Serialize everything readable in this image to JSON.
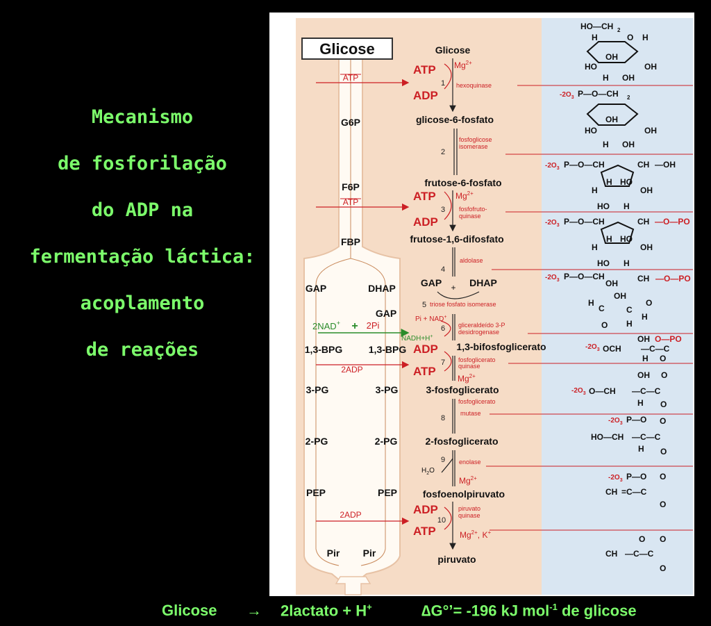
{
  "title_lines": [
    "Mecanismo",
    "de fosforilação",
    "do ADP na",
    "fermentação láctica:",
    "acoplamento",
    "de reações"
  ],
  "left_column": {
    "glicose_box": "Glicose",
    "atp1": "ATP",
    "g6p": "G6P",
    "f6p": "F6P",
    "atp2": "ATP",
    "fbp": "FBP",
    "gap_left": "GAP",
    "dhap_left": "DHAP",
    "gap_right": "GAP",
    "nad": "2NAD",
    "nad_sup": "+",
    "plus": "+",
    "pi": "2Pi",
    "bpg_left": "1,3-BPG",
    "bpg_right": "1,3-BPG",
    "adp2_top": "2ADP",
    "pg3_left": "3-PG",
    "pg3_right": "3-PG",
    "pg2_left": "2-PG",
    "pg2_right": "2-PG",
    "pep_left": "PEP",
    "pep_right": "PEP",
    "adp2_bottom": "2ADP",
    "pir_left": "Pir",
    "pir_right": "Pir"
  },
  "pathway": {
    "glicose": "Glicose",
    "glicose_6_fosfato": "glicose-6-fosfato",
    "frutose_6_fosfato": "frutose-6-fosfato",
    "frutose_16_difosfato": "frutose-1,6-difosfato",
    "gap": "GAP",
    "dhap": "DHAP",
    "plus": "+",
    "bifosfoglicerato": "1,3-bifosfoglicerato",
    "fosfoglicerato_3": "3-fosfoglicerato",
    "fosfoglicerato_2": "2-fosfoglicerato",
    "fosfoenolpiruvato": "fosfoenolpiruvato",
    "piruvato": "piruvato"
  },
  "cofactors": {
    "atp": "ATP",
    "adp": "ADP",
    "mg": "Mg",
    "mg_sup": "2+",
    "pi_nad": "Pi + NAD",
    "nad_sup": "+",
    "nadh": "NADH+H",
    "nadh_sup": "+",
    "h2o": "H",
    "h2o_sub": "2",
    "h2o_tail": "O",
    "k": ", K",
    "k_sup": "+"
  },
  "steps": [
    "1",
    "2",
    "3",
    "4",
    "5",
    "6",
    "7",
    "8",
    "9",
    "10"
  ],
  "enzymes": {
    "e1": "hexoquinase",
    "e2a": "fosfoglicose",
    "e2b": "isomerase",
    "e3a": "fosfofruto-",
    "e3b": "quinase",
    "e4": "aldolase",
    "e5": "triose fosfato isomerase",
    "e6a": "gliceraldeído 3-P",
    "e6b": "desidrogenase",
    "e7a": "fosfoglicerato",
    "e7b": "quinase",
    "e8a": "fosfoglicerato",
    "e8b": "mutase",
    "e9": "enolase",
    "e10a": "piruvato",
    "e10b": "quinase"
  },
  "structures": {
    "glucose": [
      "HO—CH",
      "H",
      "O",
      "H",
      "H",
      "OH",
      "H",
      "HO",
      "OH",
      "H",
      "OH"
    ],
    "g6p_lead": "O",
    "g6p_p": "P—O—CH",
    "f6p_chain": "P—O—CH",
    "f6p_tail": "CH",
    "f6p_oh": "—OH",
    "fbp_right": "CH",
    "fbp_right2": "—O—PO",
    "gap_struct": [
      "P—O—CH",
      "OH",
      "CH",
      "—O—PO",
      "H",
      "C",
      "O",
      "OH",
      "C",
      "O",
      "H",
      "H"
    ],
    "bpg_struct": [
      "OCH",
      "—C—C",
      "OH",
      "O—PO",
      "H",
      "O"
    ],
    "pg3_struct": [
      "O—CH",
      "—C—C",
      "OH",
      "O",
      "H",
      "O"
    ],
    "pg2_struct": [
      "HO—CH",
      "—C—C",
      "P—O",
      "O",
      "H",
      "O"
    ],
    "pep_struct": [
      "CH",
      "=C—C",
      "P—O",
      "O",
      "O"
    ],
    "pyr_struct": [
      "CH",
      "—C—C",
      "O",
      "O",
      "O"
    ],
    "charge": "-2",
    "o3": "O",
    "three": "3",
    "two": "2",
    "minus": "-",
    "charge_o": "O"
  },
  "equation": {
    "glicose": "Glicose",
    "arrow": "→",
    "lactato": "2lactato + H",
    "lactato_sup": "+",
    "delta": "∆G°’= -196 kJ mol",
    "delta_sup": "-1",
    "tail": "de glicose"
  },
  "colors": {
    "title_green": "#7CFC6B",
    "red": "#cc1f24",
    "green": "#2a8c2a",
    "peach": "#f6dcc6",
    "blue": "#d9e6f2"
  }
}
